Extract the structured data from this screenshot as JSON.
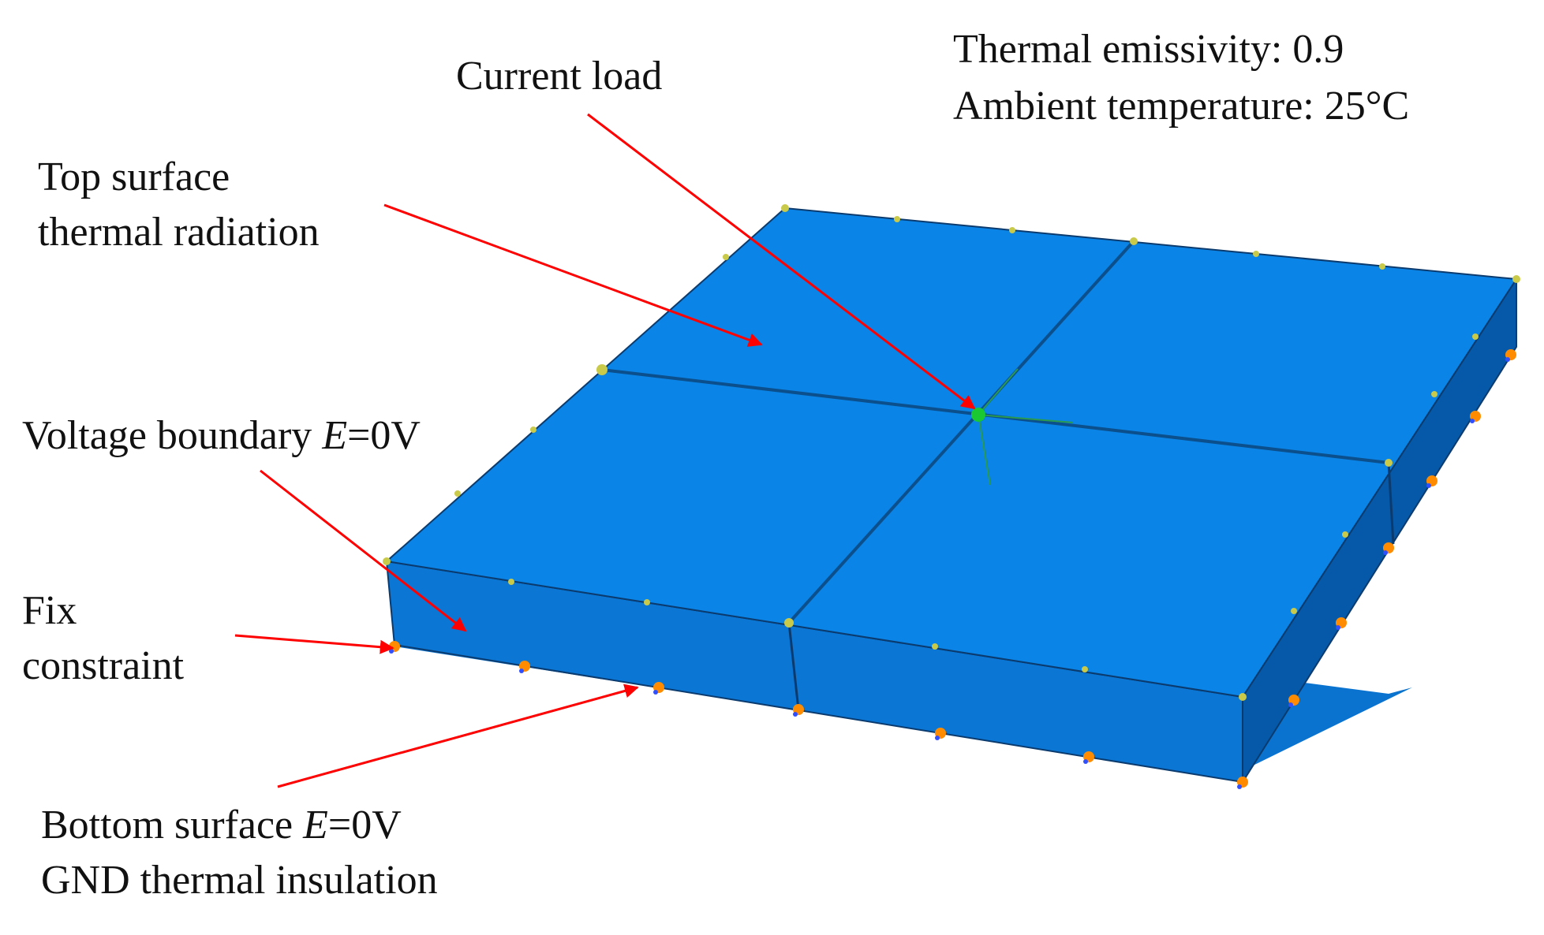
{
  "annotations": {
    "thermal_emissivity": "Thermal emissivity: 0.9",
    "ambient_temperature": "Ambient temperature: 25°C",
    "current_load": "Current load",
    "top_surface_line1": "Top surface",
    "top_surface_line2": "thermal radiation",
    "voltage_boundary_prefix": "Voltage boundary ",
    "voltage_boundary_var": "E",
    "voltage_boundary_suffix": "=0V",
    "fix_line1": "Fix",
    "fix_line2": "constraint",
    "bottom_surface_prefix": "Bottom surface ",
    "bottom_surface_var": "E",
    "bottom_surface_suffix": "=0V",
    "gnd_insulation": "GND thermal insulation"
  },
  "colors": {
    "plate_top": "#0a84e6",
    "plate_front_face": "#0a73d0",
    "plate_right_face": "#0559a8",
    "edge_line": "#0b3b6e",
    "leader_arrow": "#ff0000",
    "constraint_marker": "#ff8c00",
    "boundary_dot": "#c9c94a",
    "load_point": "#19c832"
  }
}
